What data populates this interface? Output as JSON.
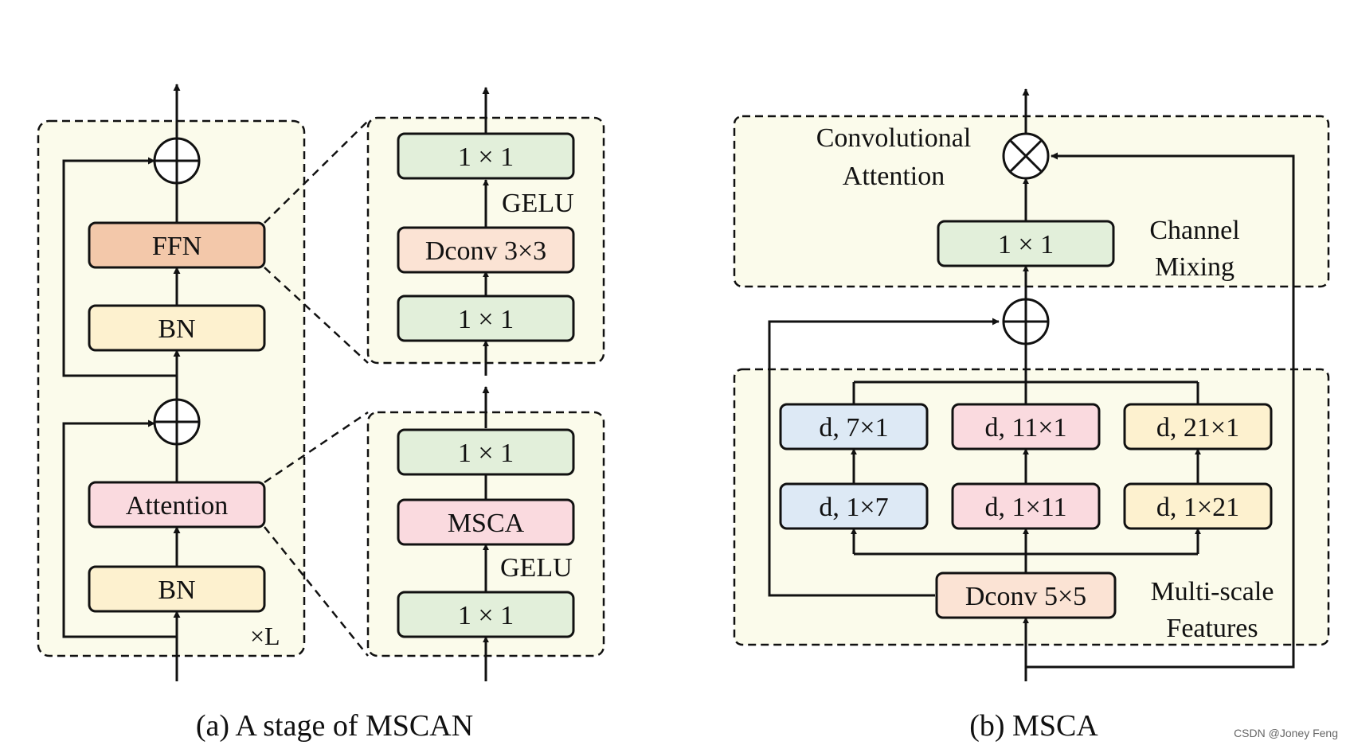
{
  "colors": {
    "panel_bg": "#fbfbeb",
    "green": "#e2efda",
    "orange": "#f3c8aa",
    "peach": "#fbe3d4",
    "yellow": "#fdf1cf",
    "pink": "#fadadf",
    "blue": "#dde9f5",
    "stroke": "#111111"
  },
  "panel_a": {
    "caption": "(a) A stage of MSCAN",
    "stage": {
      "ffn": "FFN",
      "bn_top": "BN",
      "attention": "Attention",
      "bn_bottom": "BN",
      "repeat": "×L"
    },
    "ffn_detail": {
      "top_conv": "1 × 1",
      "activation": "GELU",
      "dconv": "Dconv 3×3",
      "bottom_conv": "1 × 1"
    },
    "attention_detail": {
      "top_conv": "1 × 1",
      "msca": "MSCA",
      "activation": "GELU",
      "bottom_conv": "1 × 1"
    }
  },
  "panel_b": {
    "caption": "(b) MSCA",
    "conv_attention_line1": "Convolutional",
    "conv_attention_line2": "Attention",
    "channel_mixing_line1": "Channel",
    "channel_mixing_line2": "Mixing",
    "mixing_conv": "1 × 1",
    "branch_top": [
      "d, 7×1",
      "d, 11×1",
      "d, 21×1"
    ],
    "branch_bottom": [
      "d, 1×7",
      "d, 1×11",
      "d, 1×21"
    ],
    "dconv": "Dconv 5×5",
    "multiscale_line1": "Multi-scale",
    "multiscale_line2": "Features"
  },
  "watermark": "CSDN @Joney Feng"
}
